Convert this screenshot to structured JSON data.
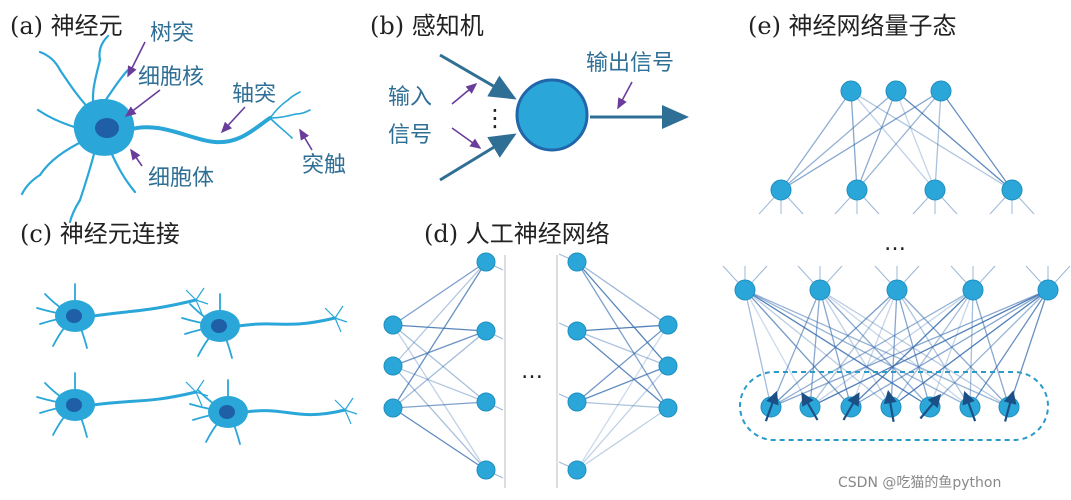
{
  "colors": {
    "node": "#2aa7d8",
    "node_dark": "#2266aa",
    "edge": "#3a6fb0",
    "label_blue": "#2f6f95",
    "arrow_purple": "#6a3d9a"
  },
  "panels": {
    "a": {
      "title": "(a) 神经元",
      "labels": {
        "dendrite": "树突",
        "nucleus": "细胞核",
        "axon": "轴突",
        "soma": "细胞体",
        "synapse": "突触"
      }
    },
    "b": {
      "title": "(b) 感知机",
      "labels": {
        "input_line1": "输入",
        "input_line2": "信号",
        "output": "输出信号",
        "dots": "⋮"
      }
    },
    "c": {
      "title": "(c) 神经元连接"
    },
    "d": {
      "title": "(d) 人工神经网络",
      "ellipsis": "…"
    },
    "e": {
      "title": "(e) 神经网络量子态",
      "ellipsis": "…"
    }
  },
  "watermark": "CSDN @吃猫的鱼python"
}
